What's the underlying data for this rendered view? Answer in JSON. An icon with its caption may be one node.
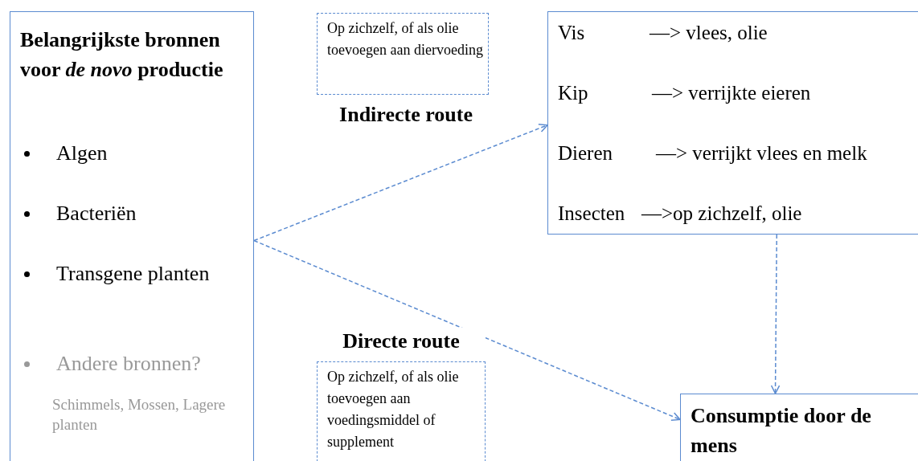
{
  "diagram": {
    "nodes": [
      {
        "text": [
          "Belangrijkste bronnen voor *de novo* productie",
          "Algen",
          "Bacteriën",
          "Transgene planten",
          "Andere bronnen?",
          "Schimmels, Mossen, Lagere planten"
        ]
      },
      {
        "text": [
          "Op zichzelf, of als olie toevoegen aan diervoeding"
        ],
        "beside": [
          "Indirecte route"
        ]
      },
      {
        "text": [
          "Vis",
          "—> vlees, olie",
          "Kip",
          "—> verrijkte eieren",
          "Dieren",
          "—> verrijkt vlees en melk",
          "Insecten",
          "—>op zichzelf, olie"
        ]
      },
      {
        "text": [
          "Op zichzelf, of als olie toevoegen aan voedingsmiddel of supplement"
        ],
        "beside": [
          "Directe route"
        ]
      },
      {
        "text": [
          "Consumptie door de mens"
        ]
      }
    ],
    "edges": [
      {
        "from": 0,
        "to": 2,
        "arrow": "to",
        "style": "dashed"
      },
      {
        "from": 0,
        "to": 4,
        "arrow": "to",
        "style": "dashed"
      },
      {
        "from": 2,
        "to": 4,
        "arrow": "to",
        "style": "dashed"
      }
    ]
  }
}
